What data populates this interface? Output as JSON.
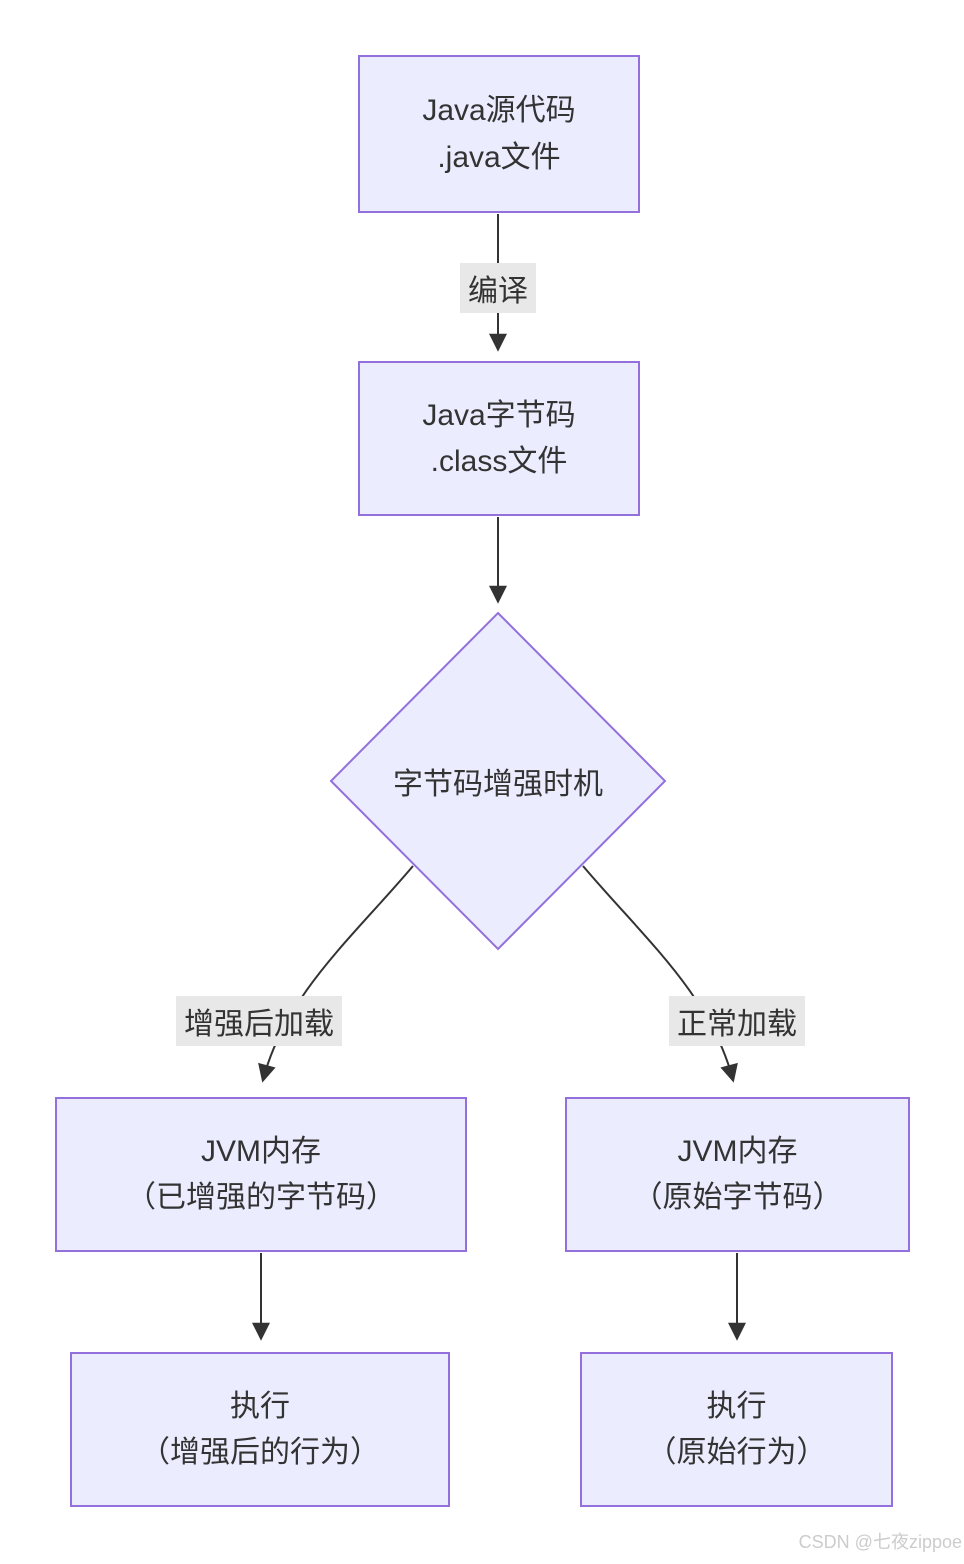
{
  "diagram": {
    "title": "Java bytecode enhancement flowchart",
    "nodes": {
      "source": {
        "line1": "Java源代码",
        "line2": ".java文件"
      },
      "bytecode": {
        "line1": "Java字节码",
        "line2": ".class文件"
      },
      "decision": {
        "label": "字节码增强时机"
      },
      "jvm_enhanced": {
        "line1": "JVM内存",
        "line2": "（已增强的字节码）"
      },
      "jvm_original": {
        "line1": "JVM内存",
        "line2": "（原始字节码）"
      },
      "exec_enhanced": {
        "line1": "执行",
        "line2": "（增强后的行为）"
      },
      "exec_original": {
        "line1": "执行",
        "line2": "（原始行为）"
      }
    },
    "edge_labels": {
      "compile": "编译",
      "enhanced_load": "增强后加载",
      "normal_load": "正常加载"
    },
    "colors": {
      "node_fill": "#ECECFF",
      "node_border": "#9370DB",
      "edge_line": "#333333",
      "text": "#333333",
      "edge_label_bg": "#e8e8e8",
      "watermark": "#cccccc"
    }
  },
  "watermark": "CSDN @七夜zippoe"
}
